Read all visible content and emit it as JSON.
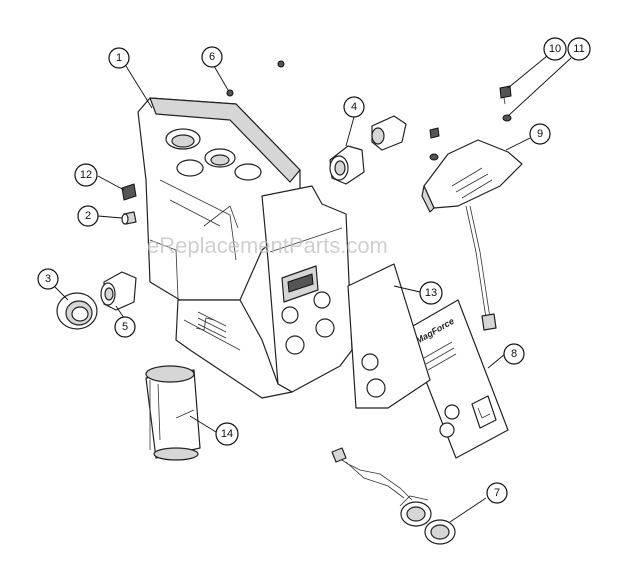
{
  "watermark": "eReplacementParts.com",
  "decal_brand": "MagForce",
  "callouts": [
    {
      "label": "1"
    },
    {
      "label": "2"
    },
    {
      "label": "3"
    },
    {
      "label": "4"
    },
    {
      "label": "5"
    },
    {
      "label": "6"
    },
    {
      "label": "7"
    },
    {
      "label": "8"
    },
    {
      "label": "9"
    },
    {
      "label": "10"
    },
    {
      "label": "11"
    },
    {
      "label": "12"
    },
    {
      "label": "13"
    },
    {
      "label": "14"
    }
  ]
}
